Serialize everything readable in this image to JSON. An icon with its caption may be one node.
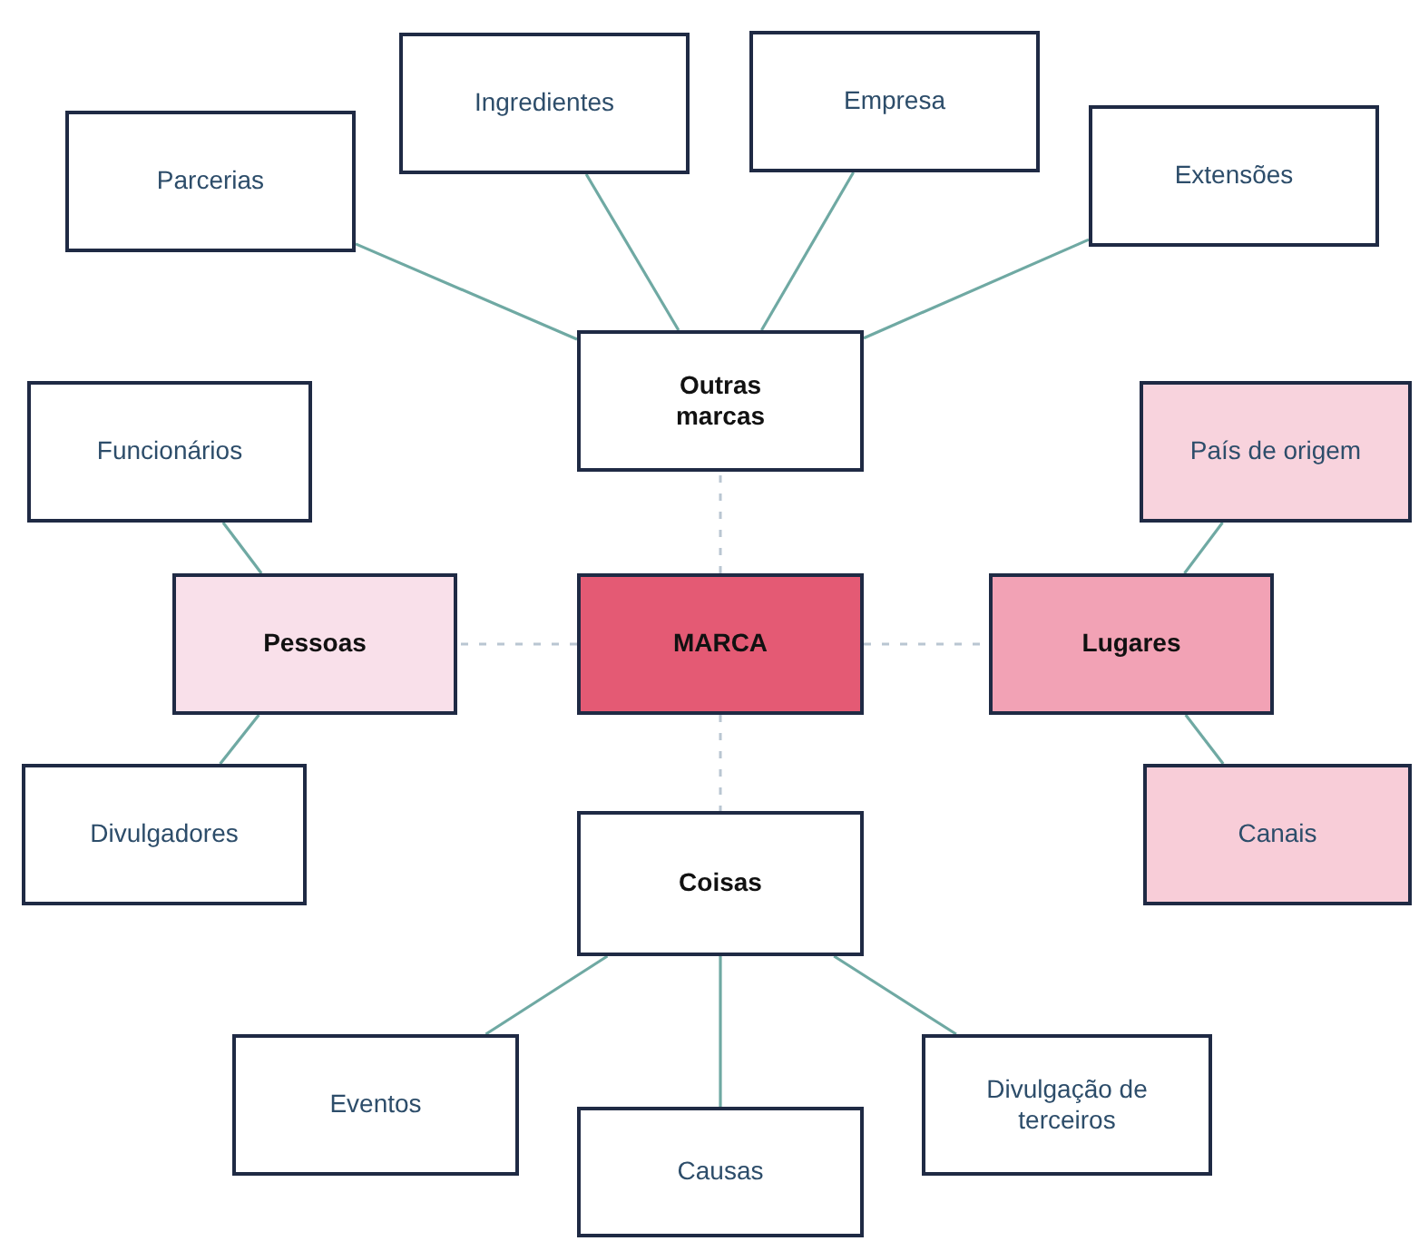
{
  "diagram": {
    "nodes": [
      {
        "text": [
          "Ingredientes"
        ]
      },
      {
        "text": [
          "Empresa"
        ]
      },
      {
        "text": [
          "Parcerias"
        ]
      },
      {
        "text": [
          "Extensões"
        ]
      },
      {
        "text": [
          "Outras marcas"
        ]
      },
      {
        "text": [
          "Funcionários"
        ]
      },
      {
        "text": [
          "País de origem"
        ]
      },
      {
        "text": [
          "Pessoas"
        ]
      },
      {
        "text": [
          "MARCA"
        ]
      },
      {
        "text": [
          "Lugares"
        ]
      },
      {
        "text": [
          "Divulgadores"
        ]
      },
      {
        "text": [
          "Canais"
        ]
      },
      {
        "text": [
          "Coisas"
        ]
      },
      {
        "text": [
          "Eventos"
        ]
      },
      {
        "text": [
          "Divulgação de terceiros"
        ]
      },
      {
        "text": [
          "Causas"
        ]
      }
    ],
    "edges": [
      {
        "from": 2,
        "to": 4,
        "arrow": "none"
      },
      {
        "from": 0,
        "to": 4,
        "arrow": "none"
      },
      {
        "from": 1,
        "to": 4,
        "arrow": "none"
      },
      {
        "from": 3,
        "to": 4,
        "arrow": "none"
      },
      {
        "from": 8,
        "to": 4,
        "arrow": "none",
        "style": "dashed",
        "color": "#b9c6d2"
      },
      {
        "from": 8,
        "to": 7,
        "arrow": "none",
        "style": "dashed",
        "color": "#b9c6d2"
      },
      {
        "from": 8,
        "to": 9,
        "arrow": "none",
        "style": "dashed",
        "color": "#b9c6d2"
      },
      {
        "from": 8,
        "to": 12,
        "arrow": "none",
        "style": "dashed",
        "color": "#b9c6d2"
      },
      {
        "from": 7,
        "to": 5,
        "arrow": "none"
      },
      {
        "from": 7,
        "to": 10,
        "arrow": "none"
      },
      {
        "from": 9,
        "to": 6,
        "arrow": "none"
      },
      {
        "from": 9,
        "to": 11,
        "arrow": "none"
      },
      {
        "from": 12,
        "to": 13,
        "arrow": "none"
      },
      {
        "from": 12,
        "to": 15,
        "arrow": "none"
      },
      {
        "from": 12,
        "to": 14,
        "arrow": "none"
      }
    ]
  }
}
